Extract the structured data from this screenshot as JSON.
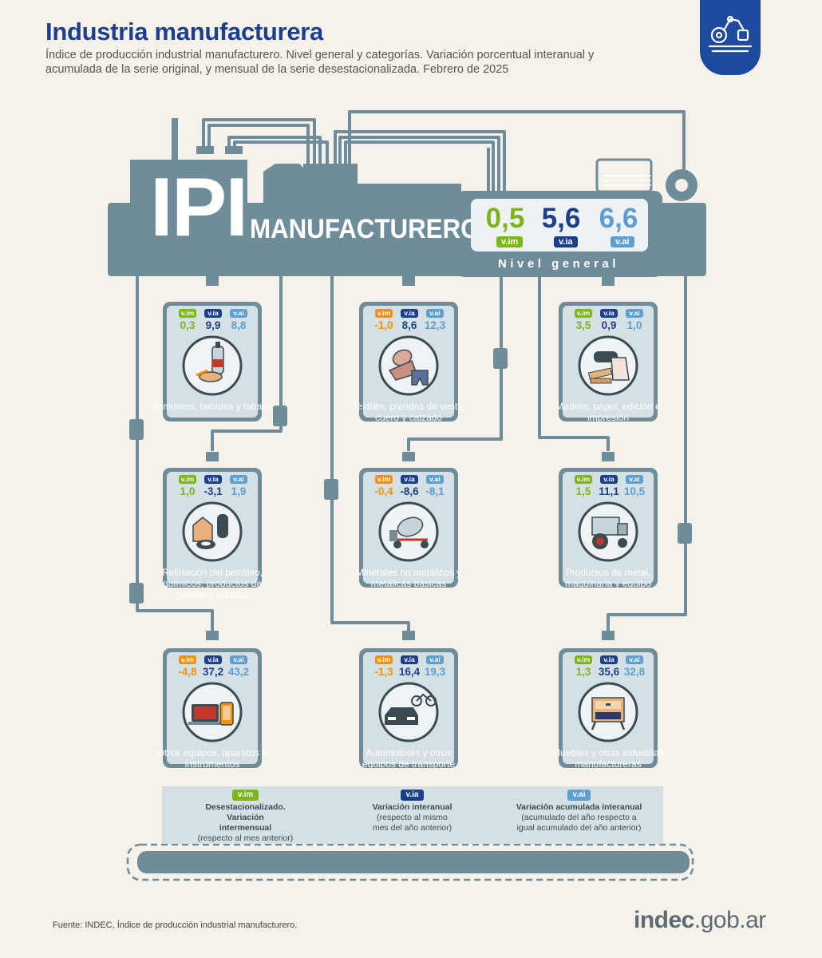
{
  "header": {
    "title": "Industria manufacturera",
    "subtitle": "Índice de producción industrial manufacturero. Nivel general y categorías. Variación porcentual interanual y acumulada de la serie original, y mensual de la serie desestacionalizada. Febrero de 2025"
  },
  "colors": {
    "vim": "#7cb518",
    "via": "#1c3f8c",
    "vai": "#5c9fd0",
    "negative": "#f39200",
    "machine": "#6e8c99"
  },
  "main": {
    "ipi": "IPI",
    "manufacturero": "MANUFACTURERO",
    "nivel": "Nivel general",
    "vim": "0,5",
    "via": "5,6",
    "vai": "6,6",
    "vim_tag": "v.im",
    "via_tag": "v.ia",
    "vai_tag": "v.ai"
  },
  "tags": {
    "vim": "v.im",
    "via": "v.ia",
    "vai": "v.ai"
  },
  "categories": [
    {
      "label": "Alimentos, bebidas y tabaco",
      "icon": "bottle-bread-icon",
      "vim": "0,3",
      "via": "9,9",
      "vai": "8,8"
    },
    {
      "label": "Textiles, prendas de vestir, cuero y calzado",
      "icon": "textile-icon",
      "vim": "-1,0",
      "via": "8,6",
      "vai": "12,3"
    },
    {
      "label": "Madera, papel, edición e impresión",
      "icon": "paper-roll-icon",
      "vim": "3,5",
      "via": "0,9",
      "vai": "1,0"
    },
    {
      "label": "Refinación del petróleo, químicos, productos de caucho y plástico",
      "icon": "chemicals-icon",
      "vim": "1,0",
      "via": "-3,1",
      "vai": "1,9"
    },
    {
      "label": "Minerales no metálicos y metálicas básicas",
      "icon": "cement-mixer-icon",
      "vim": "-0,4",
      "via": "-8,6",
      "vai": "-8,1"
    },
    {
      "label": "Productos de metal, maquinaria y equipo",
      "icon": "tractor-icon",
      "vim": "1,5",
      "via": "11,1",
      "vai": "10,5"
    },
    {
      "label": "Otros equipos, aparatos e instrumentos",
      "icon": "laptop-phone-icon",
      "vim": "-4,8",
      "via": "37,2",
      "vai": "43,2"
    },
    {
      "label": "Automotores y otros equipos de transporte",
      "icon": "truck-motorcycle-icon",
      "vim": "-1,3",
      "via": "16,4",
      "vai": "19,3"
    },
    {
      "label": "Muebles y otras industrias manufactureras",
      "icon": "furniture-icon",
      "vim": "1,3",
      "via": "35,6",
      "vai": "32,8"
    }
  ],
  "legend": [
    {
      "tag": "v.im",
      "title": "Desestacionalizado. Variación intermensual",
      "desc": "(respecto al mes anterior)"
    },
    {
      "tag": "v.ia",
      "title": "Variación interanual",
      "desc": "(respecto al mismo mes del año anterior)"
    },
    {
      "tag": "v.ai",
      "title": "Variación acumulada interanual",
      "desc": "(acumulado del año respecto a igual acumulado del año anterior)"
    }
  ],
  "footer": {
    "source": "Fuente: INDEC, Índice de producción industrial manufacturero.",
    "brand_main": "indec",
    "brand_domain": ".gob.ar"
  }
}
